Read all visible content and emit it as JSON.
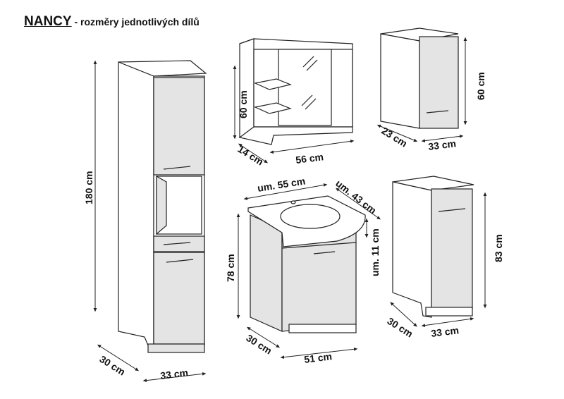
{
  "title": {
    "name": "NANCY",
    "subtitle": "- rozměry jednotlivých dílů"
  },
  "tall_cabinet": {
    "height": "180 cm",
    "depth": "30 cm",
    "width": "33 cm"
  },
  "mirror": {
    "height": "60 cm",
    "depth": "14 cm",
    "width": "56 cm"
  },
  "wall_cabinet": {
    "height": "60 cm",
    "depth": "23 cm",
    "width": "33 cm"
  },
  "sink_cabinet": {
    "top_width": "um. 55 cm",
    "top_depth": "um. 43 cm",
    "top_thickness": "um. 11 cm",
    "height": "78 cm",
    "depth": "30 cm",
    "width": "51 cm"
  },
  "base_cabinet": {
    "height": "83 cm",
    "depth": "30 cm",
    "width": "33 cm"
  }
}
